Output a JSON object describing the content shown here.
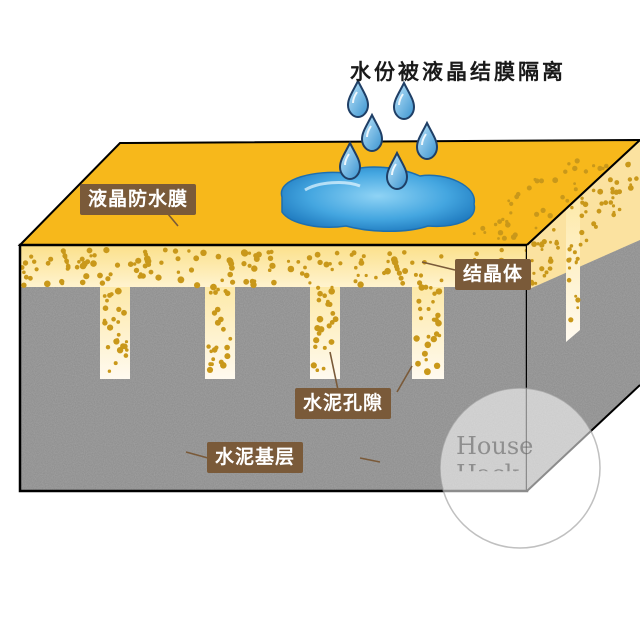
{
  "title": "水份被液晶结膜隔离",
  "labels": {
    "membrane": "液晶防水膜",
    "crystal": "结晶体",
    "pores": "水泥孔隙",
    "base": "水泥基层"
  },
  "watermark": {
    "line1": "House",
    "line2": "Hack"
  },
  "colors": {
    "membrane": "#f7b81b",
    "crystal_dots": "#c9981a",
    "cement": "#8a8a8a",
    "water": "#3aa0db",
    "callout_bg": "#7a5a39"
  }
}
